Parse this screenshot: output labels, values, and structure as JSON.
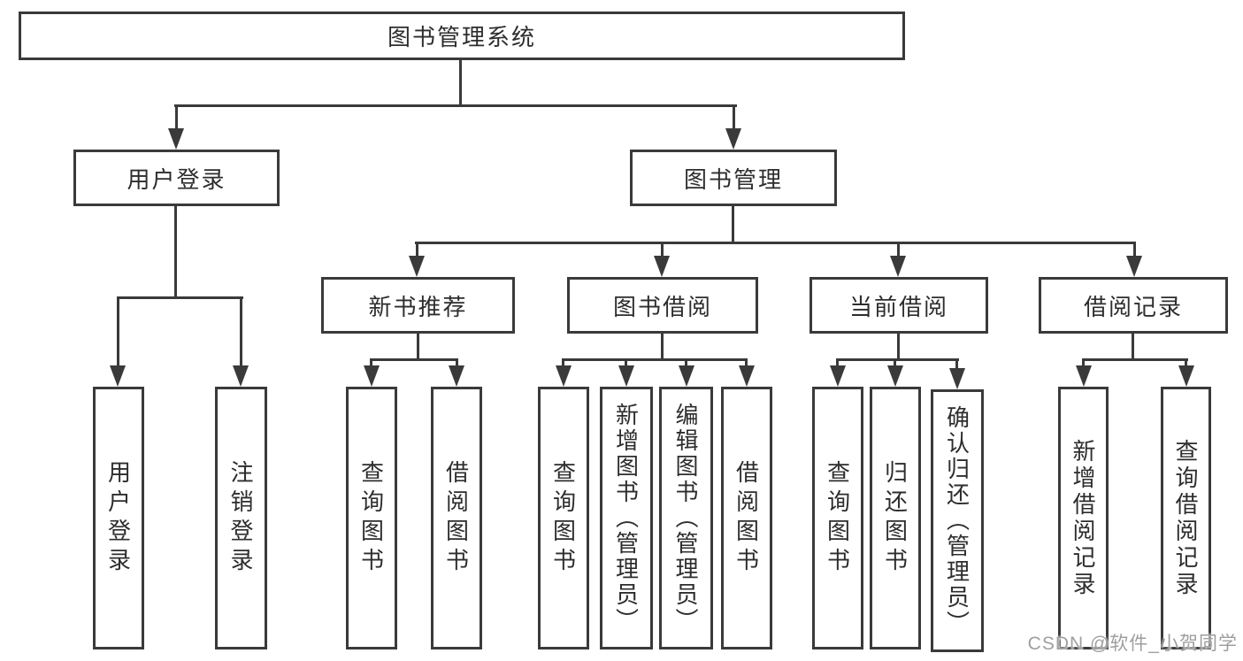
{
  "diagram": {
    "root": "图书管理系统",
    "branches": {
      "user_login": "用户登录",
      "book_management": "图书管理"
    },
    "modules": {
      "new_book_recommend": "新书推荐",
      "book_borrowing": "图书借阅",
      "current_borrowing": "当前借阅",
      "borrowing_records": "借阅记录"
    },
    "leaves": {
      "user_login": [
        "用户登录",
        "注销登录"
      ],
      "new_book_recommend": [
        "查询图书",
        "借阅图书"
      ],
      "book_borrowing": [
        "查询图书",
        "新增图书（管理员）",
        "编辑图书（管理员）",
        "借阅图书"
      ],
      "current_borrowing": [
        "查询图书",
        "归还图书",
        "确认归还（管理员）"
      ],
      "borrowing_records": [
        "新增借阅记录",
        "查询借阅记录"
      ]
    }
  },
  "watermark": "CSDN @软件_小贺同学",
  "colors": {
    "line": "#3a3a3a",
    "text": "#2d2d2d",
    "background": "#ffffff",
    "watermark": "#9f9f9f"
  }
}
